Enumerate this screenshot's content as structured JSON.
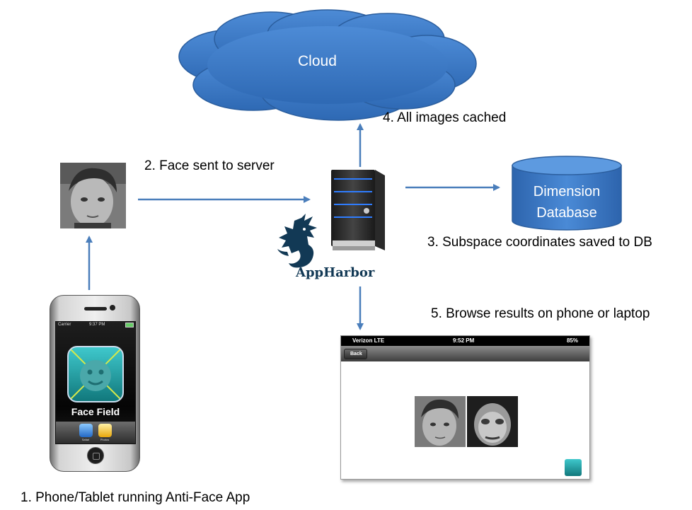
{
  "labels": {
    "step1": "1. Phone/Tablet running Anti-Face App",
    "step2": "2. Face sent to server",
    "step3": "3. Subspace coordinates saved to DB",
    "step4": "4. All images cached",
    "step5": "5. Browse results on phone or laptop"
  },
  "cloud": {
    "label": "Cloud"
  },
  "database": {
    "line1": "Dimension",
    "line2": "Database"
  },
  "logo": {
    "text": "AppHarbor"
  },
  "phone": {
    "carrier": "Carrier",
    "time": "9:37 PM",
    "app_name": "Face Field",
    "dock_items": [
      "Safari",
      "Photos"
    ]
  },
  "results_screen": {
    "carrier": "Verizon  LTE",
    "time": "9:52 PM",
    "battery": "85%",
    "back_label": "Back"
  },
  "colors": {
    "arrow": "#4a7ebb",
    "cloud": "#3c78c3",
    "database": "#3c78c3",
    "logo": "#123955",
    "app_icon": "#2aa5aa"
  }
}
